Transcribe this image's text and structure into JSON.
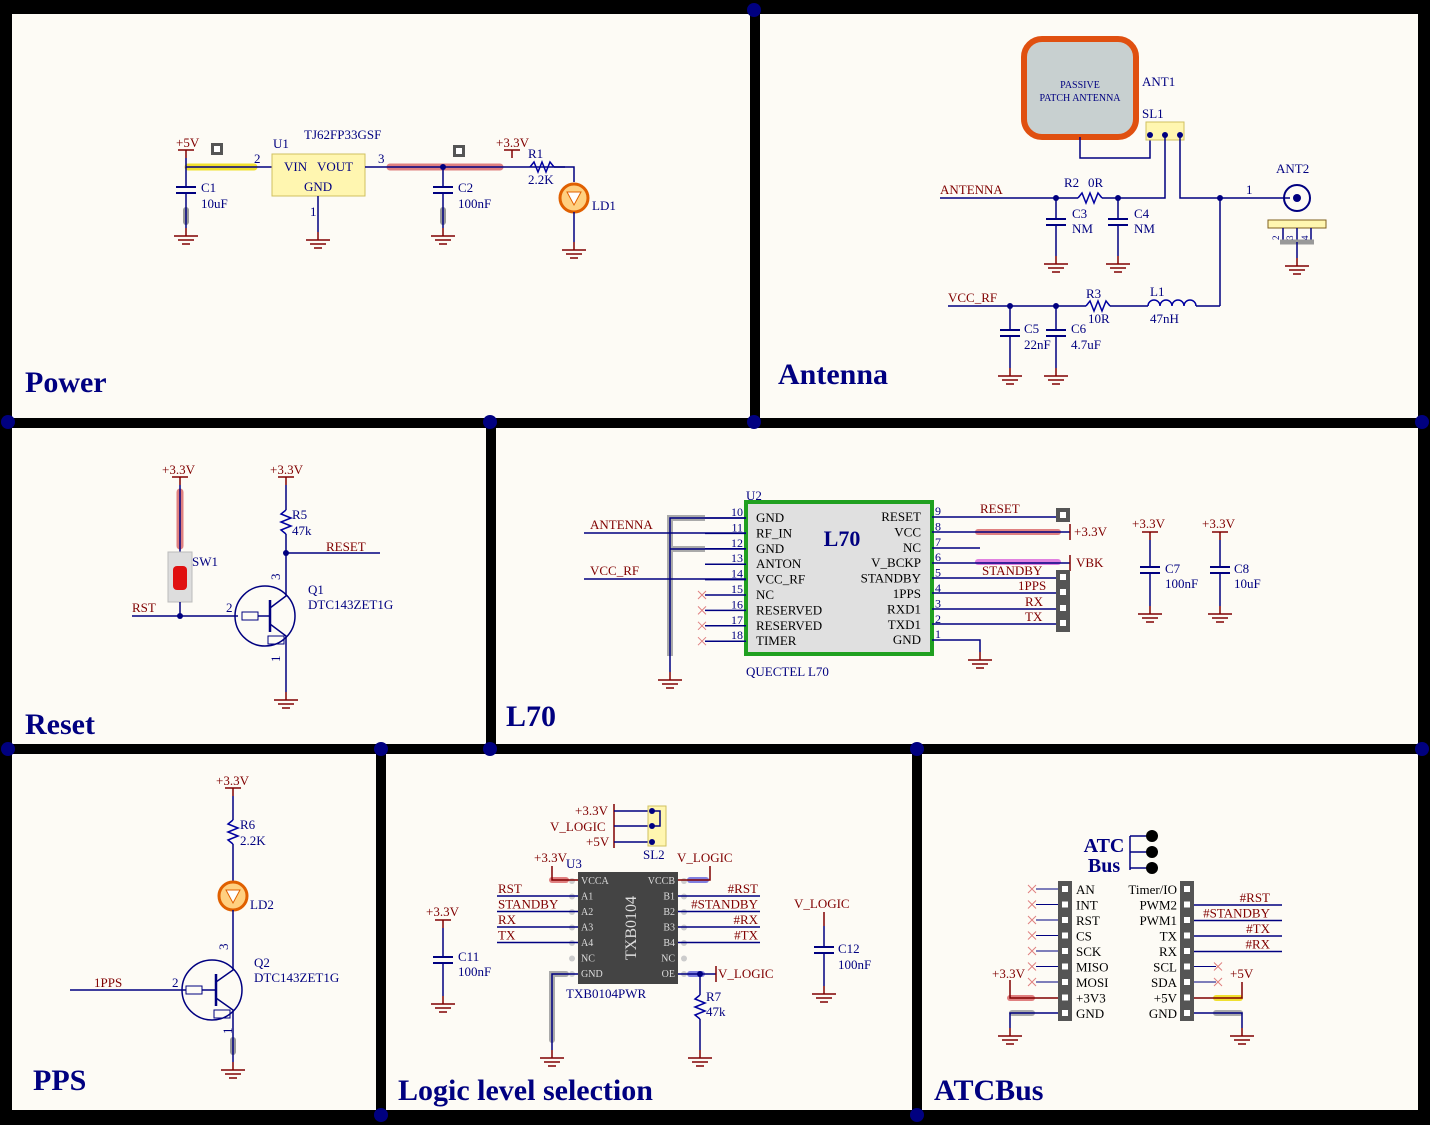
{
  "sections": {
    "power": "Power",
    "antenna": "Antenna",
    "reset": "Reset",
    "l70": "L70",
    "pps": "PPS",
    "logic": "Logic level selection",
    "atcbus": "ATCBus"
  },
  "power": {
    "u1_ref": "U1",
    "u1_part": "TJ62FP33GSF",
    "u1_in": "VIN",
    "u1_out": "VOUT",
    "u1_gnd": "GND",
    "pin2": "2",
    "pin3": "3",
    "pin1": "1",
    "p5v": "+5V",
    "p33v": "+3.3V",
    "c1_ref": "C1",
    "c1_val": "10uF",
    "c2_ref": "C2",
    "c2_val": "100nF",
    "r1_ref": "R1",
    "r1_val": "2.2K",
    "ld1_ref": "LD1"
  },
  "antenna": {
    "patch_line1": "PASSIVE",
    "patch_line2": "PATCH ANTENNA",
    "ant1": "ANT1",
    "sl1": "SL1",
    "ant2": "ANT2",
    "ant2_pin": "1",
    "ant2_p2": "2",
    "ant2_p3": "3",
    "ant2_p4": "4",
    "net_antenna": "ANTENNA",
    "r2": "R2",
    "r2_val": "0R",
    "c3": "C3",
    "c3_val": "NM",
    "c4": "C4",
    "c4_val": "NM",
    "net_vccrf": "VCC_RF",
    "r3": "R3",
    "r3_val": "10R",
    "l1": "L1",
    "l1_val": "47nH",
    "c5": "C5",
    "c5_val": "22nF",
    "c6": "C6",
    "c6_val": "4.7uF"
  },
  "reset": {
    "p33a": "+3.3V",
    "p33b": "+3.3V",
    "sw1": "SW1",
    "r5": "R5",
    "r5_val": "47k",
    "net_reset": "RESET",
    "q1": "Q1",
    "q1_part": "DTC143ZET1G",
    "net_rst": "RST",
    "pin2": "2",
    "pin3": "3",
    "pin1": "1"
  },
  "l70": {
    "u2": "U2",
    "chip": "L70",
    "part": "QUECTEL L70",
    "left_pins": [
      {
        "num": "10",
        "name": "GND"
      },
      {
        "num": "11",
        "name": "RF_IN"
      },
      {
        "num": "12",
        "name": "GND"
      },
      {
        "num": "13",
        "name": "ANTON"
      },
      {
        "num": "14",
        "name": "VCC_RF"
      },
      {
        "num": "15",
        "name": "NC"
      },
      {
        "num": "16",
        "name": "RESERVED"
      },
      {
        "num": "17",
        "name": "RESERVED"
      },
      {
        "num": "18",
        "name": "TIMER"
      }
    ],
    "right_pins": [
      {
        "num": "9",
        "name": "RESET"
      },
      {
        "num": "8",
        "name": "VCC"
      },
      {
        "num": "7",
        "name": "NC"
      },
      {
        "num": "6",
        "name": "V_BCKP"
      },
      {
        "num": "5",
        "name": "STANDBY"
      },
      {
        "num": "4",
        "name": "1PPS"
      },
      {
        "num": "3",
        "name": "RXD1"
      },
      {
        "num": "2",
        "name": "TXD1"
      },
      {
        "num": "1",
        "name": "GND"
      }
    ],
    "net_antenna": "ANTENNA",
    "net_vccrf": "VCC_RF",
    "net_reset": "RESET",
    "net_33v": "+3.3V",
    "net_vbk": "VBK",
    "net_standby": "STANDBY",
    "net_1pps": "1PPS",
    "net_rx": "RX",
    "net_tx": "TX",
    "c7_p": "+3.3V",
    "c7": "C7",
    "c7_val": "100nF",
    "c8_p": "+3.3V",
    "c8": "C8",
    "c8_val": "10uF"
  },
  "pps": {
    "p33": "+3.3V",
    "r6": "R6",
    "r6_val": "2.2K",
    "ld2": "LD2",
    "q2": "Q2",
    "q2_part": "DTC143ZET1G",
    "net_1pps": "1PPS",
    "pin2": "2",
    "pin3": "3",
    "pin1": "1"
  },
  "logic": {
    "sel_33": "+3.3V",
    "sel_vlogic": "V_LOGIC",
    "sel_5v": "+5V",
    "sl2": "SL2",
    "u3": "U3",
    "chip": "TXB0104",
    "part": "TXB0104PWR",
    "p33": "+3.3V",
    "vlogic_top": "V_LOGIC",
    "left_pins": [
      "VCCA",
      "A1",
      "A2",
      "A3",
      "A4",
      "NC",
      "GND"
    ],
    "right_pins": [
      "VCCB",
      "B1",
      "B2",
      "B3",
      "B4",
      "NC",
      "OE"
    ],
    "left_nets": [
      "RST",
      "STANDBY",
      "RX",
      "TX"
    ],
    "right_nets": [
      "#RST",
      "#STANDBY",
      "#RX",
      "#TX"
    ],
    "oe_net": "V_LOGIC",
    "r7": "R7",
    "r7_val": "47k",
    "c11_p": "+3.3V",
    "c11": "C11",
    "c11_val": "100nF",
    "c12_p": "V_LOGIC",
    "c12": "C12",
    "c12_val": "100nF"
  },
  "atcbus": {
    "logo1": "ATC",
    "logo2": "Bus",
    "left_pins": [
      "AN",
      "INT",
      "RST",
      "CS",
      "SCK",
      "MISO",
      "MOSI",
      "+3V3",
      "GND"
    ],
    "right_pins": [
      "Timer/IO",
      "PWM2",
      "PWM1",
      "TX",
      "RX",
      "SCL",
      "SDA",
      "+5V",
      "GND"
    ],
    "right_nets": [
      "#RST",
      "#STANDBY",
      "#TX",
      "#RX"
    ],
    "p33": "+3.3V",
    "p5v": "+5V"
  }
}
